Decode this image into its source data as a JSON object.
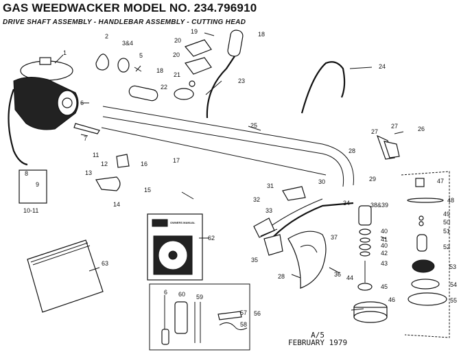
{
  "header": {
    "title": "GAS WEEDWACKER   MODEL NO. 234.796910",
    "subtitle": "DRIVE SHAFT ASSEMBLY - HANDLEBAR ASSEMBLY - CUTTING HEAD"
  },
  "footer": {
    "line1": "A/5",
    "line2": "FEBRUARY 1979"
  },
  "manual": {
    "label": "OWNERS MANUAL"
  },
  "callouts": [
    "1",
    "2",
    "3&4",
    "5",
    "6",
    "7",
    "8",
    "9",
    "10-11",
    "11",
    "12",
    "13",
    "14",
    "15",
    "16",
    "17",
    "18",
    "18",
    "19",
    "20",
    "20",
    "21",
    "22",
    "23",
    "24",
    "25",
    "26",
    "27",
    "27",
    "28",
    "28",
    "29",
    "30",
    "31",
    "32",
    "33",
    "34",
    "35",
    "36",
    "37",
    "38&39",
    "40",
    "41",
    "40",
    "42",
    "43",
    "44",
    "45",
    "46",
    "47",
    "48",
    "49",
    "50",
    "51",
    "52",
    "53",
    "54",
    "55",
    "56",
    "57",
    "58",
    "59",
    "60",
    "6",
    "62",
    "63"
  ]
}
